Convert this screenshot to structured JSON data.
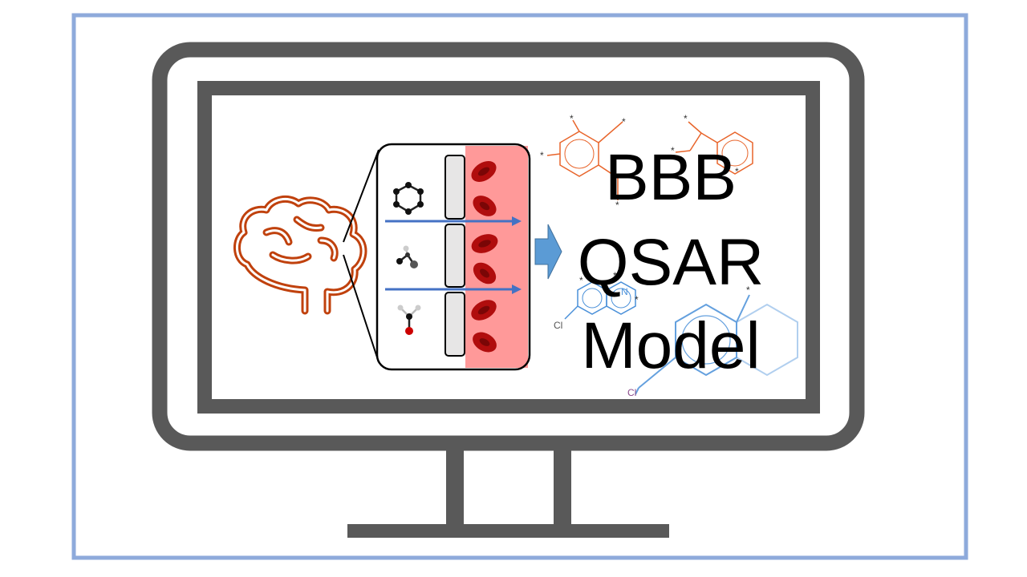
{
  "title": {
    "lines": [
      "BBB",
      "QSAR",
      "Model"
    ]
  },
  "molecule_labels": {
    "asterisk": "*",
    "nitrogen": "N",
    "chlorine": "Cl"
  },
  "icons": [
    "monitor-icon",
    "brain-icon",
    "molecule-icon",
    "blood-cell-icon",
    "arrow-right-icon"
  ],
  "colors": {
    "frame_border": "#8eaadb",
    "monitor": "#595959",
    "brain": "#c0410d",
    "blood_vessel": "#ff9999",
    "blood_cell": "#cc1111",
    "transport_arrow": "#4472c4",
    "flow_arrow": "#5b9bd5",
    "orange_molecule": "#e8642a",
    "blue_molecule": "#4a90d9"
  }
}
